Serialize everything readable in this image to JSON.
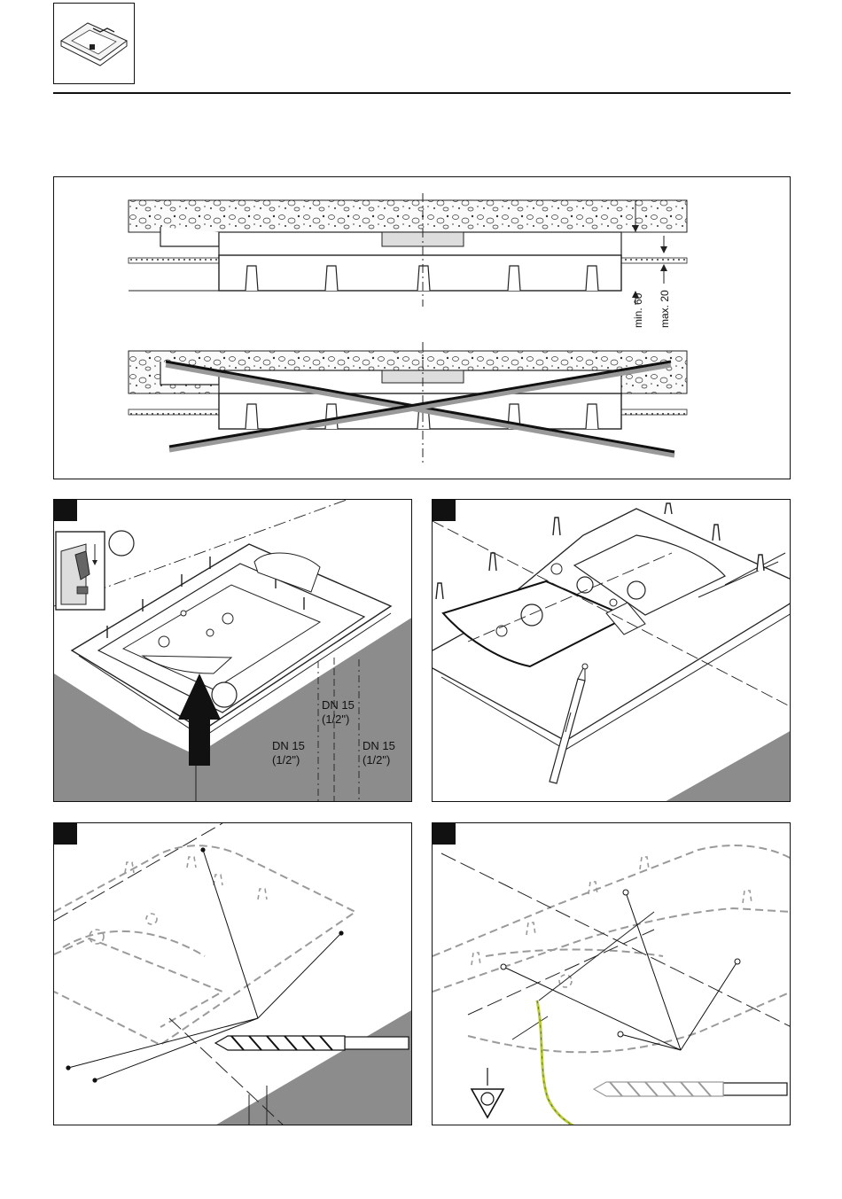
{
  "top_figure": {
    "dim_min": "min. 60",
    "dim_max": "max. 20"
  },
  "step_1": {
    "pipe_label_center": "DN 15",
    "pipe_label_center_sub": "(1/2\")",
    "pipe_label_left": "DN 15",
    "pipe_label_left_sub": "(1/2\")",
    "pipe_label_right": "DN 15",
    "pipe_label_right_sub": "(1/2\")"
  },
  "icons": {
    "thumbnail": "bathtub-thumbnail-icon",
    "ground": "ground-symbol-icon",
    "pencil": "pencil-icon",
    "drill": "drill-bit-icon"
  },
  "colors": {
    "line": "#111111",
    "dashed": "#9a9a9a",
    "wall_shade": "#8c8c8c",
    "ground_wire": "#b8c93a"
  }
}
